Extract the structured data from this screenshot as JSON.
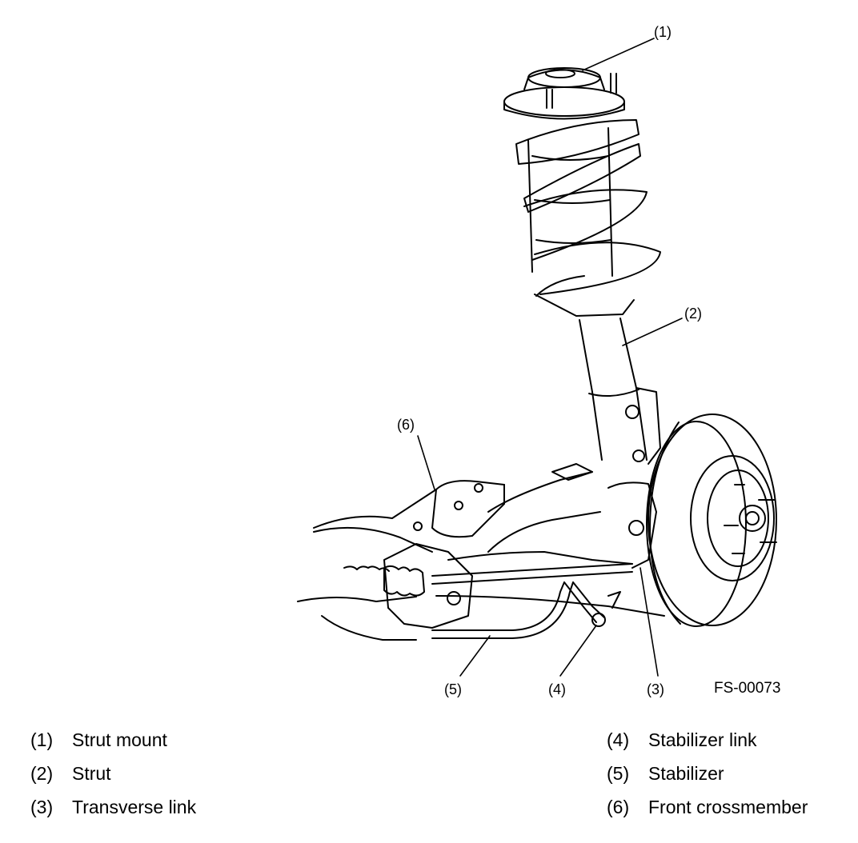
{
  "figure_id": "FS-00073",
  "callouts": [
    "(1)",
    "(2)",
    "(3)",
    "(4)",
    "(5)",
    "(6)"
  ],
  "legend": [
    {
      "num": "(1)",
      "label": "Strut mount"
    },
    {
      "num": "(2)",
      "label": "Strut"
    },
    {
      "num": "(3)",
      "label": "Transverse link"
    },
    {
      "num": "(4)",
      "label": "Stabilizer link"
    },
    {
      "num": "(5)",
      "label": "Stabilizer"
    },
    {
      "num": "(6)",
      "label": "Front crossmember"
    }
  ]
}
